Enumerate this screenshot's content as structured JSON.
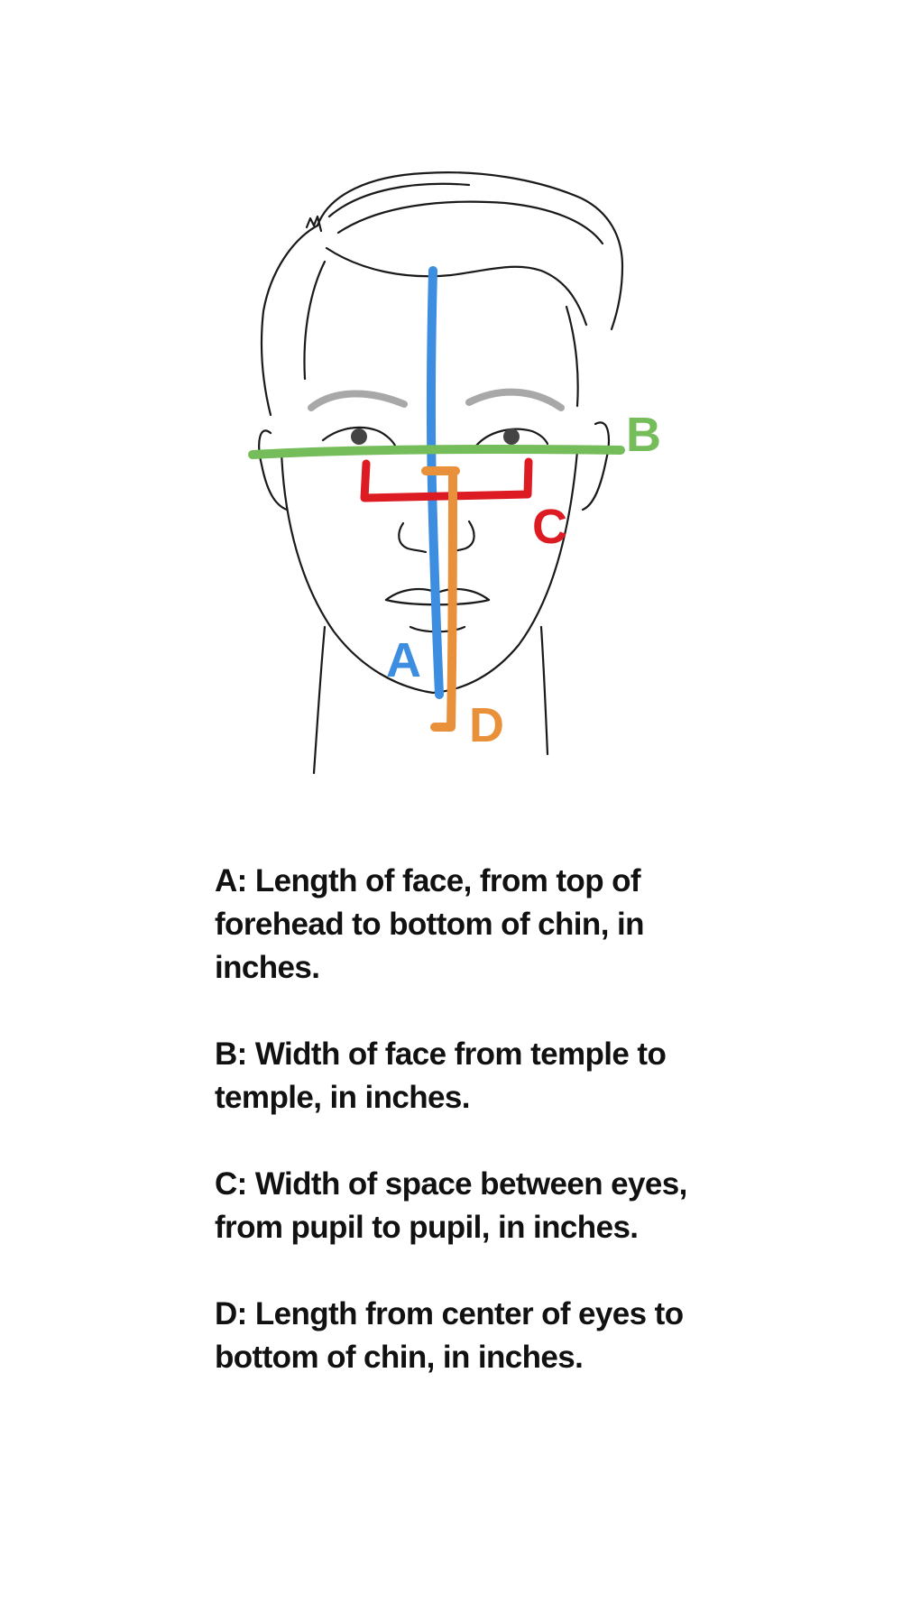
{
  "diagram": {
    "labels": {
      "a": "A",
      "b": "B",
      "c": "C",
      "d": "D"
    },
    "colors": {
      "a": "#3d8ee0",
      "b": "#74bd5a",
      "c": "#dd1b22",
      "d": "#e8913a",
      "outline": "#1a1a1a",
      "brow": "#a8a8a8"
    }
  },
  "legend": {
    "items": [
      "A: Length of face, from top of forehead to bottom of chin, in inches.",
      "B: Width of face from temple to temple, in inches.",
      "C: Width of space between eyes, from pupil to pupil, in inches.",
      "D: Length from center of eyes to bottom of chin, in inches."
    ]
  }
}
